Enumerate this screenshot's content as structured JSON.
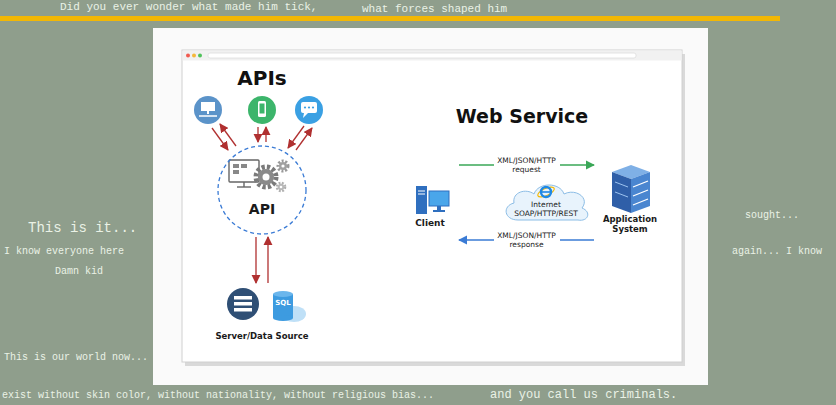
{
  "diagram": {
    "nodes": [
      {
        "text": [
          "API"
        ]
      },
      {
        "text": [
          "Server/Data Source"
        ]
      },
      {
        "text": [
          "Client"
        ]
      },
      {
        "text": [
          "Internet SOAP/HTTP/REST"
        ]
      },
      {
        "text": [
          "Application System"
        ]
      }
    ],
    "edges": [
      {
        "from": 0,
        "to": 1,
        "arrow": "to"
      },
      {
        "from": 1,
        "to": 0,
        "arrow": "to"
      },
      {
        "from": 2,
        "to": 4,
        "label": "XML/JSON/HTTP request",
        "arrow": "to"
      },
      {
        "from": 4,
        "to": 2,
        "label": "XML/JSON/HTTP response",
        "arrow": "to"
      }
    ],
    "labels": [
      "APIs",
      "Web Service",
      "SQL",
      "Did you ever wonder what made him tick,",
      "what forces shaped him",
      "This is it...",
      "I know everyone here",
      "Damn kid",
      "This is our world now...",
      "sought...",
      "again... I know",
      "exist without skin color, without nationality, without religious bias...",
      "and you call us criminals."
    ]
  }
}
